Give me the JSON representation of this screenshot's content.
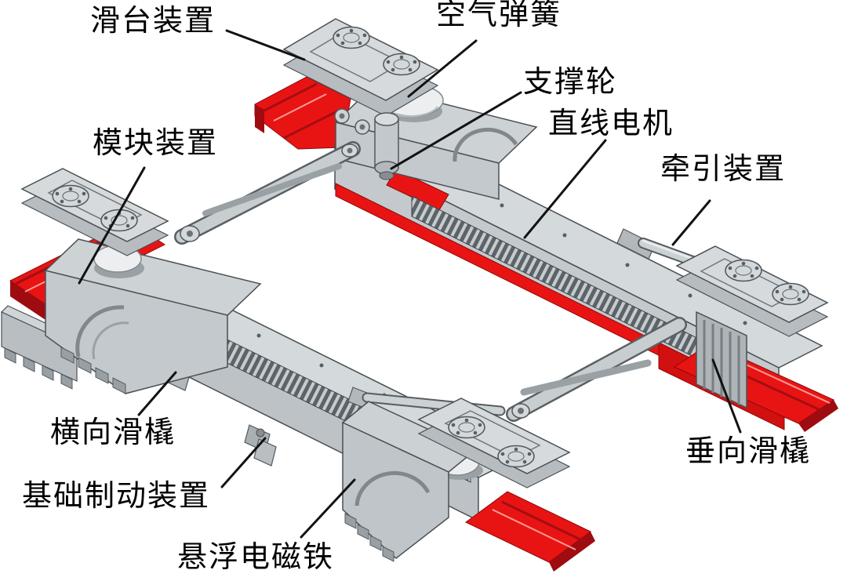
{
  "figure": {
    "kind": "labeled-3d-assembly-diagram",
    "background": "#ffffff",
    "colors": {
      "machine_gray_light": "#d5dadc",
      "machine_gray_mid": "#c2c8cb",
      "machine_gray_dark": "#8f969b",
      "outline": "#4a5054",
      "skid_red": "#e81414",
      "skid_red_side": "#b00d0d",
      "skid_red_end": "#9e0b10",
      "comb_dark": "#5d6469",
      "label_text": "#000000",
      "leader_line": "#121212"
    }
  },
  "labels": [
    {
      "id": "slide-table-device",
      "text": "滑台装置"
    },
    {
      "id": "air-spring",
      "text": "空气弹簧"
    },
    {
      "id": "support-wheel",
      "text": "支撑轮"
    },
    {
      "id": "linear-motor",
      "text": "直线电机"
    },
    {
      "id": "traction-device",
      "text": "牵引装置"
    },
    {
      "id": "module-device",
      "text": "模块装置"
    },
    {
      "id": "lateral-skid",
      "text": "横向滑橇"
    },
    {
      "id": "foundation-brake-device",
      "text": "基础制动装置"
    },
    {
      "id": "levitation-electromagnet",
      "text": "悬浮电磁铁"
    },
    {
      "id": "vertical-skid",
      "text": "垂向滑橇"
    }
  ]
}
